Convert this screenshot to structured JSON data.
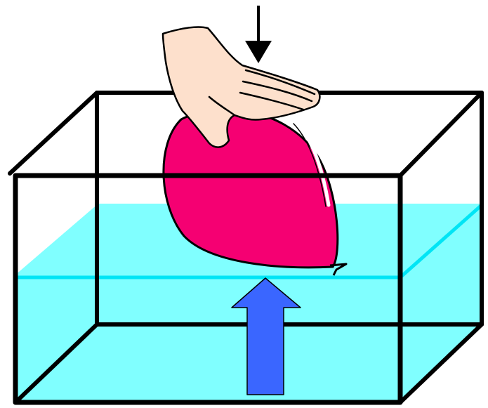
{
  "diagram": {
    "parts": [
      "water-tank",
      "water",
      "balloon",
      "hand",
      "downward-push-arrow",
      "upward-buoyant-force-arrow"
    ],
    "colors": {
      "water": "#80ffff",
      "water_surface_line": "#00e5f5",
      "balloon": "#f50072",
      "skin": "#fde0cc",
      "buoyancy_arrow": "#3a66ff",
      "outline": "#000000",
      "background": "#ffffff"
    }
  }
}
